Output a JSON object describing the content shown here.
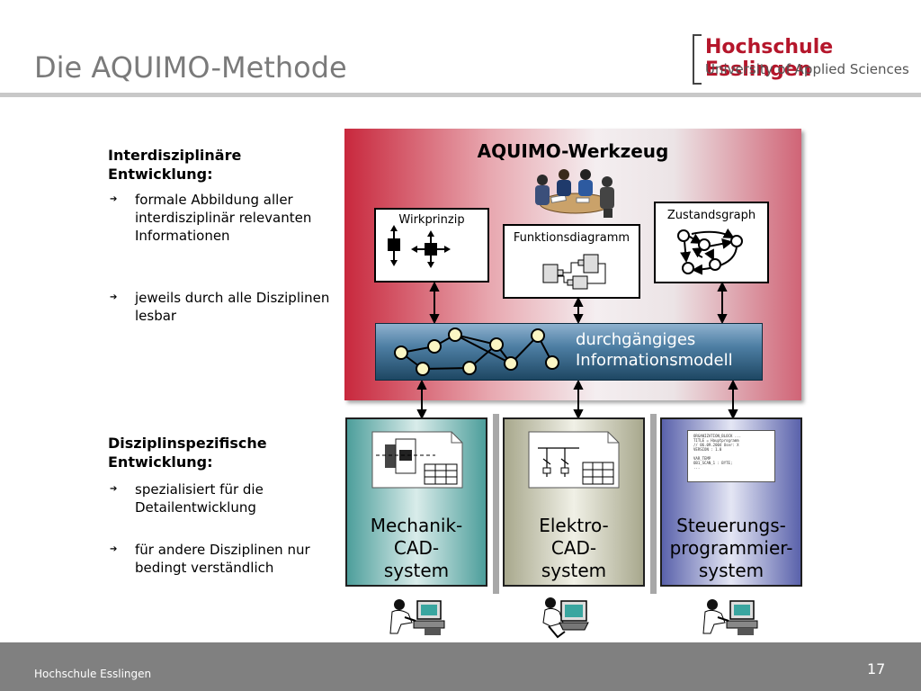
{
  "header": {
    "title": "Die AQUIMO-Methode",
    "logo_name": "Hochschule Esslingen",
    "logo_sub": "University of Applied Sciences"
  },
  "left": {
    "section1": {
      "heading": "Interdisziplinäre Entwicklung:",
      "bullets": [
        "formale Abbildung aller interdisziplinär relevanten Informationen",
        "jeweils durch alle Disziplinen lesbar"
      ]
    },
    "section2": {
      "heading": "Disziplinspezifische Entwicklung:",
      "bullets": [
        "spezialisiert für die Detailentwicklung",
        "für andere Disziplinen nur bedingt verständlich"
      ]
    }
  },
  "diagram": {
    "tool_title": "AQUIMO-Werkzeug",
    "boxes": {
      "wirkprinzip": "Wirkprinzip",
      "funktionsdiagramm": "Funktionsdiagramm",
      "zustandsgraph": "Zustandsgraph"
    },
    "info_model": [
      "durchgängiges",
      "Informationsmodell"
    ],
    "systems": [
      {
        "line1": "Mechanik-",
        "line2": "CAD-",
        "line3": "system"
      },
      {
        "line1": "Elektro-",
        "line2": "CAD-",
        "line3": "system"
      },
      {
        "line1": "Steuerungs-",
        "line2": "programmier-",
        "line3": "system"
      }
    ],
    "code_lines": [
      "ORGANIZATION_BLOCK ...",
      "TITLE = Hauptprogramm",
      "// 06.09.2004 User: X",
      "VERSION : 1.0",
      "",
      "VAR_TEMP",
      "OB1_SCAN_1 : BYTE;",
      "..."
    ]
  },
  "colors": {
    "accent": "#b5162b",
    "mech_box": "#5aa8a5",
    "elec_box": "#b3b39a",
    "ctrl_box": "#6068b0",
    "info_bar": "#2a5473"
  },
  "footer": {
    "org": "Hochschule Esslingen",
    "page": "17"
  }
}
